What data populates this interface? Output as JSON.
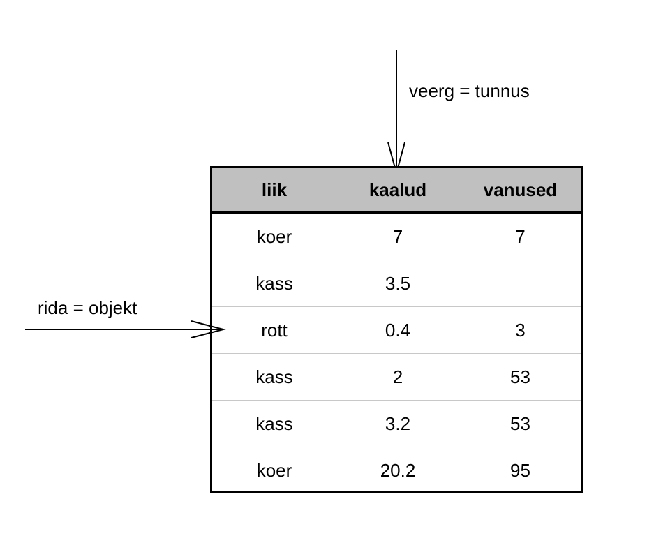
{
  "annotations": {
    "column_label": "veerg = tunnus",
    "row_label": "rida = objekt"
  },
  "table": {
    "headers": [
      "liik",
      "kaalud",
      "vanused"
    ],
    "rows": [
      [
        "koer",
        "7",
        "7"
      ],
      [
        "kass",
        "3.5",
        ""
      ],
      [
        "rott",
        "0.4",
        "3"
      ],
      [
        "kass",
        "2",
        "53"
      ],
      [
        "kass",
        "3.2",
        "53"
      ],
      [
        "koer",
        "20.2",
        "95"
      ]
    ]
  },
  "colors": {
    "header_background": "#c0c0c0",
    "border": "#000000",
    "row_divider": "#c8c8c8"
  }
}
